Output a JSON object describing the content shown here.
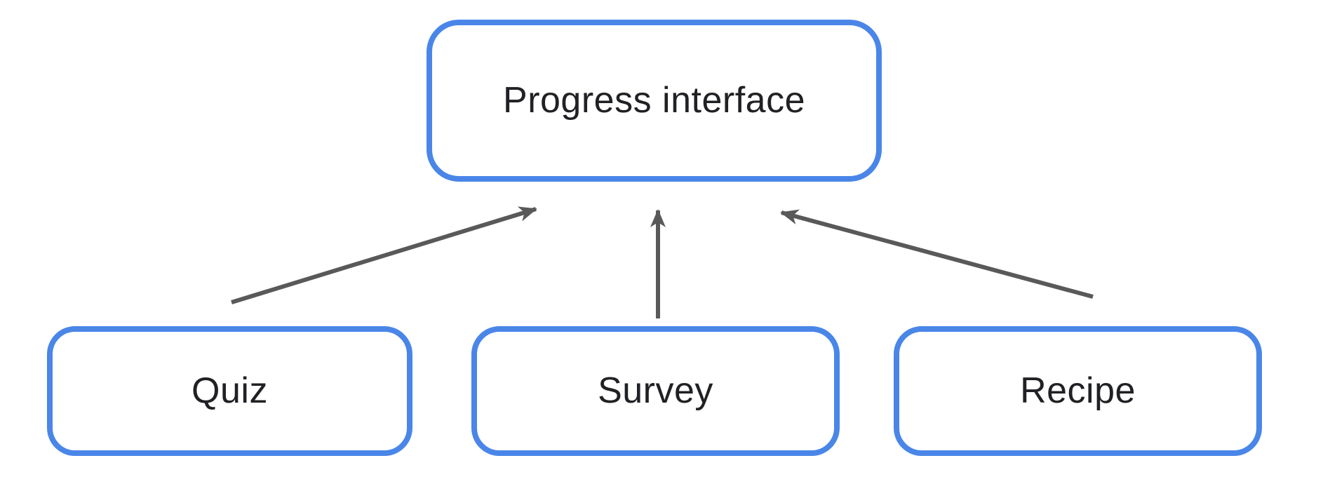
{
  "colors": {
    "node_border": "#4a86e8",
    "arrow": "#595959",
    "label": "#202124",
    "background": "#ffffff"
  },
  "nodes": {
    "progress": {
      "label": "Progress interface"
    },
    "quiz": {
      "label": "Quiz"
    },
    "survey": {
      "label": "Survey"
    },
    "recipe": {
      "label": "Recipe"
    }
  },
  "edges": [
    {
      "from": "quiz",
      "to": "progress"
    },
    {
      "from": "survey",
      "to": "progress"
    },
    {
      "from": "recipe",
      "to": "progress"
    }
  ]
}
